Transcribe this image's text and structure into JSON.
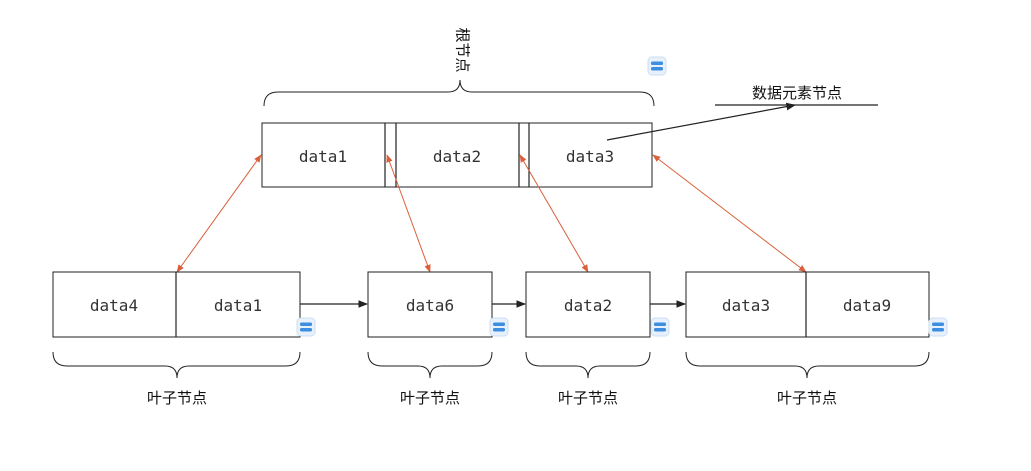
{
  "root": {
    "label": "根节点",
    "cells": [
      "data1",
      "data2",
      "data3"
    ]
  },
  "element_label": "数据元素节点",
  "leaves": [
    {
      "cells": [
        "data4",
        "data1"
      ],
      "label": "叶子节点"
    },
    {
      "cells": [
        "data6"
      ],
      "label": "叶子节点"
    },
    {
      "cells": [
        "data2"
      ],
      "label": "叶子节点"
    },
    {
      "cells": [
        "data3",
        "data9"
      ],
      "label": "叶子节点"
    }
  ],
  "colors": {
    "pointer": "#d9603b",
    "line": "#222222",
    "badge": "#3d8ee0"
  },
  "icons": [
    "list-icon"
  ]
}
